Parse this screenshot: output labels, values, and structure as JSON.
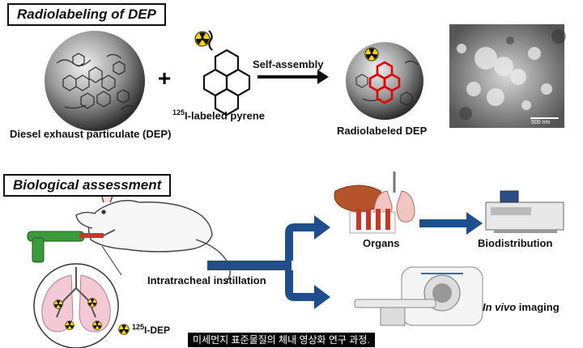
{
  "sections": {
    "top_title": "Radiolabeling of DEP",
    "bottom_title": "Biological assessment"
  },
  "top": {
    "dep_label": "Diesel exhaust particulate (DEP)",
    "plus": "+",
    "pyrene_label_sup": "125",
    "pyrene_label_rest": "I-labeled pyrene",
    "arrow_label": "Self-assembly",
    "radiolabeled_label": "Radiolabeled DEP",
    "scale_bar": "500 nm"
  },
  "bottom": {
    "instillation_label": "Intratracheal instillation",
    "organs_label": "Organs",
    "biodistribution_label": "Biodistribution",
    "imaging_italic": "In vivo",
    "imaging_rest": " imaging",
    "legend_sup": "125",
    "legend_rest": "I-DEP"
  },
  "caption": "미세먼지 표준물질의 체내 영상화 연구 과정.",
  "colors": {
    "arrow_blue": "#1f4e8c",
    "radio_red": "#e00000",
    "radio_yellow": "#f5d400",
    "lung_pink": "#f3c9d6",
    "liver_brown": "#b5542a"
  }
}
